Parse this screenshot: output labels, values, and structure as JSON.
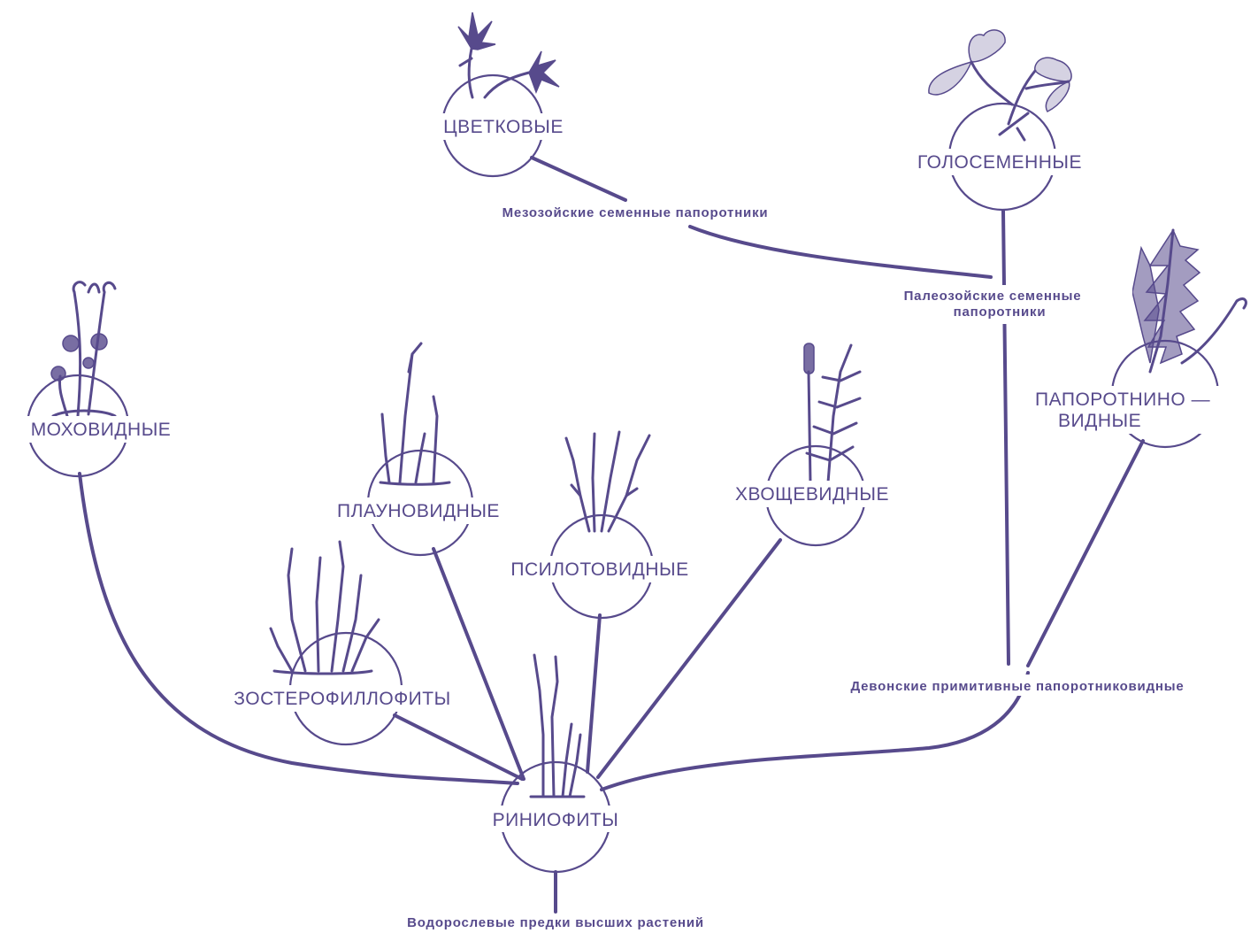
{
  "colors": {
    "ink": "#574a8c",
    "background": "#ffffff"
  },
  "nodes": {
    "rhyniophyta": "РИНИОФИТЫ",
    "bryophyta": "МОХОВИДНЫЕ",
    "zosterophyllophyta": "ЗОСТЕРОФИЛЛОФИТЫ",
    "lycopodiophyta": "ПЛАУНОВИДНЫЕ",
    "psilotophyta": "ПСИЛОТОВИДНЫЕ",
    "equisetophyta": "ХВОЩЕВИДНЫЕ",
    "pteridophyta_line1": "ПАПОРОТНИНО —",
    "pteridophyta_line2": "ВИДНЫЕ",
    "gymnosperms": "ГОЛОСЕМЕННЫЕ",
    "angiosperms": "ЦВЕТКОВЫЕ"
  },
  "ancestors": {
    "algal": "Водорослевые предки высших растений",
    "devonian_ferns": "Девонские примитивные папоротниковидные",
    "paleozoic_seed_ferns_line1": "Палеозойские семенные",
    "paleozoic_seed_ferns_line2": "папоротники",
    "mesozoic_seed_ferns": "Мезозойские семенные папоротники"
  }
}
